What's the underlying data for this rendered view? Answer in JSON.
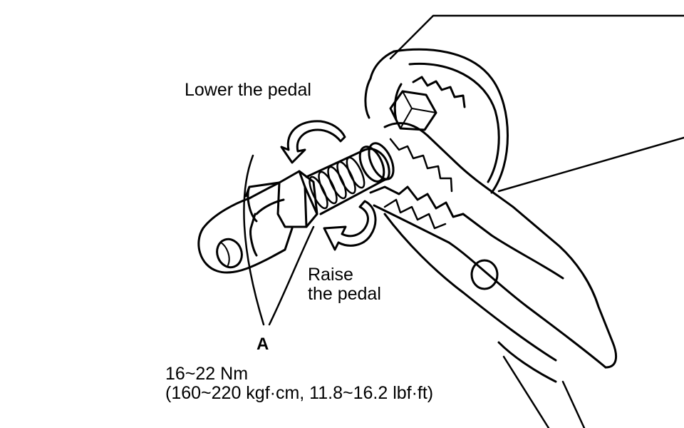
{
  "labels": {
    "lower": "Lower the pedal",
    "raise_line1": "Raise",
    "raise_line2": "the pedal",
    "callout": "A",
    "torque_line1": "16~22 Nm",
    "torque_line2": "(160~220 kgf·cm, 11.8~16.2 lbf·ft)"
  },
  "colors": {
    "ink": "#000000",
    "paper": "#ffffff"
  }
}
